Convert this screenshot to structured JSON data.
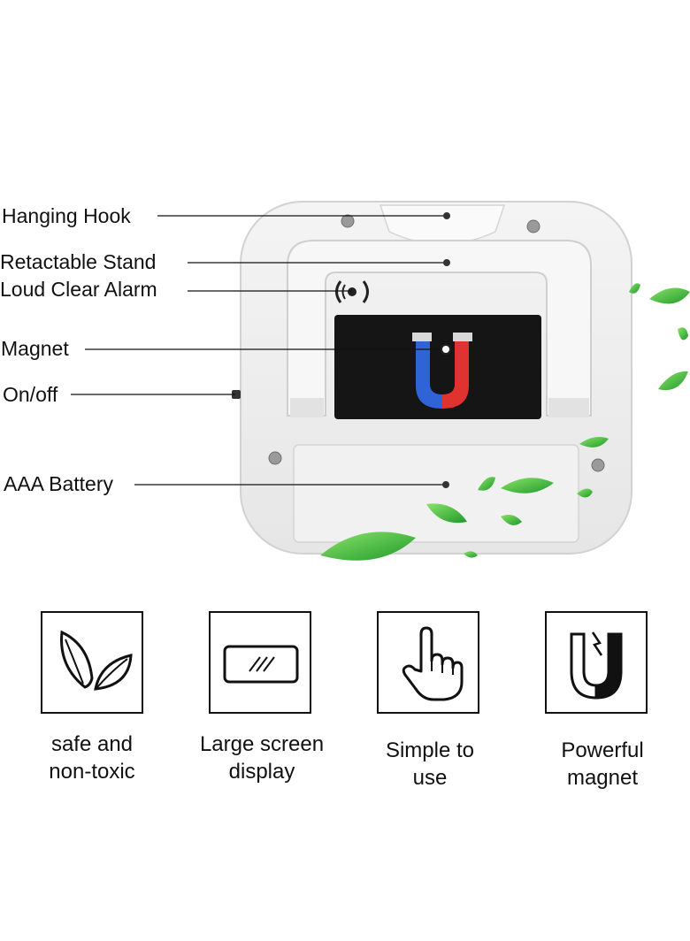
{
  "callouts": [
    {
      "id": "hanging-hook",
      "label": "Hanging Hook"
    },
    {
      "id": "retractable-stand",
      "label": "Retactable Stand"
    },
    {
      "id": "alarm",
      "label": "Loud Clear Alarm"
    },
    {
      "id": "magnet",
      "label": "Magnet"
    },
    {
      "id": "on-off",
      "label": "On/off"
    },
    {
      "id": "battery",
      "label": "AAA Battery"
    }
  ],
  "features": [
    {
      "icon": "leaves-icon",
      "line1": "safe and",
      "line2": "non-toxic"
    },
    {
      "icon": "screen-icon",
      "line1": "Large screen",
      "line2": "display"
    },
    {
      "icon": "hand-pointer-icon",
      "line1": "Simple to",
      "line2": "use"
    },
    {
      "icon": "magnet-icon",
      "line1": "Powerful",
      "line2": "magnet"
    }
  ],
  "colors": {
    "magnet_red": "#e0322f",
    "magnet_blue": "#2f63d6",
    "leaf_green": "#3fbf3a",
    "panel_black": "#151515"
  }
}
